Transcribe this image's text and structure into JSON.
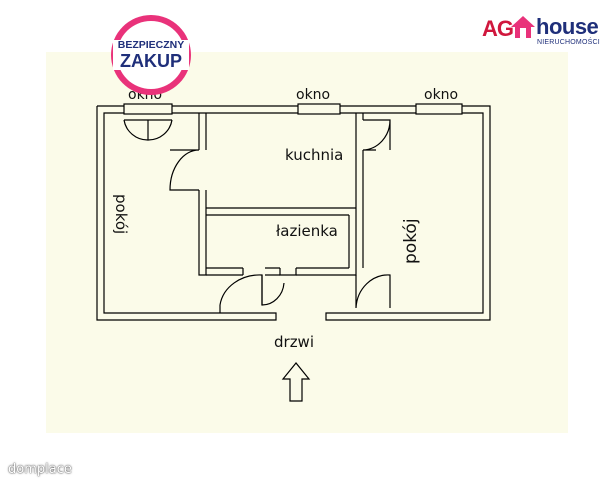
{
  "badge": {
    "line1": "BEZPIECZNY",
    "line2": "ZAKUP"
  },
  "brand": {
    "ag": "AG",
    "house": "house",
    "sub": "NIERUCHOMOŚCI"
  },
  "plan": {
    "windows": [
      "okno",
      "okno",
      "okno"
    ],
    "rooms": {
      "room_left": "pokój",
      "kitchen": "kuchnia",
      "bathroom": "łazienka",
      "room_right": "pokój"
    },
    "entrance": "drzwi"
  },
  "watermark": "domplace",
  "colors": {
    "paper": "#fbfbe9",
    "badge": "#e9327a",
    "brand_red": "#d0173d",
    "brand_blue": "#1f2f7a",
    "walls": "#000000"
  }
}
